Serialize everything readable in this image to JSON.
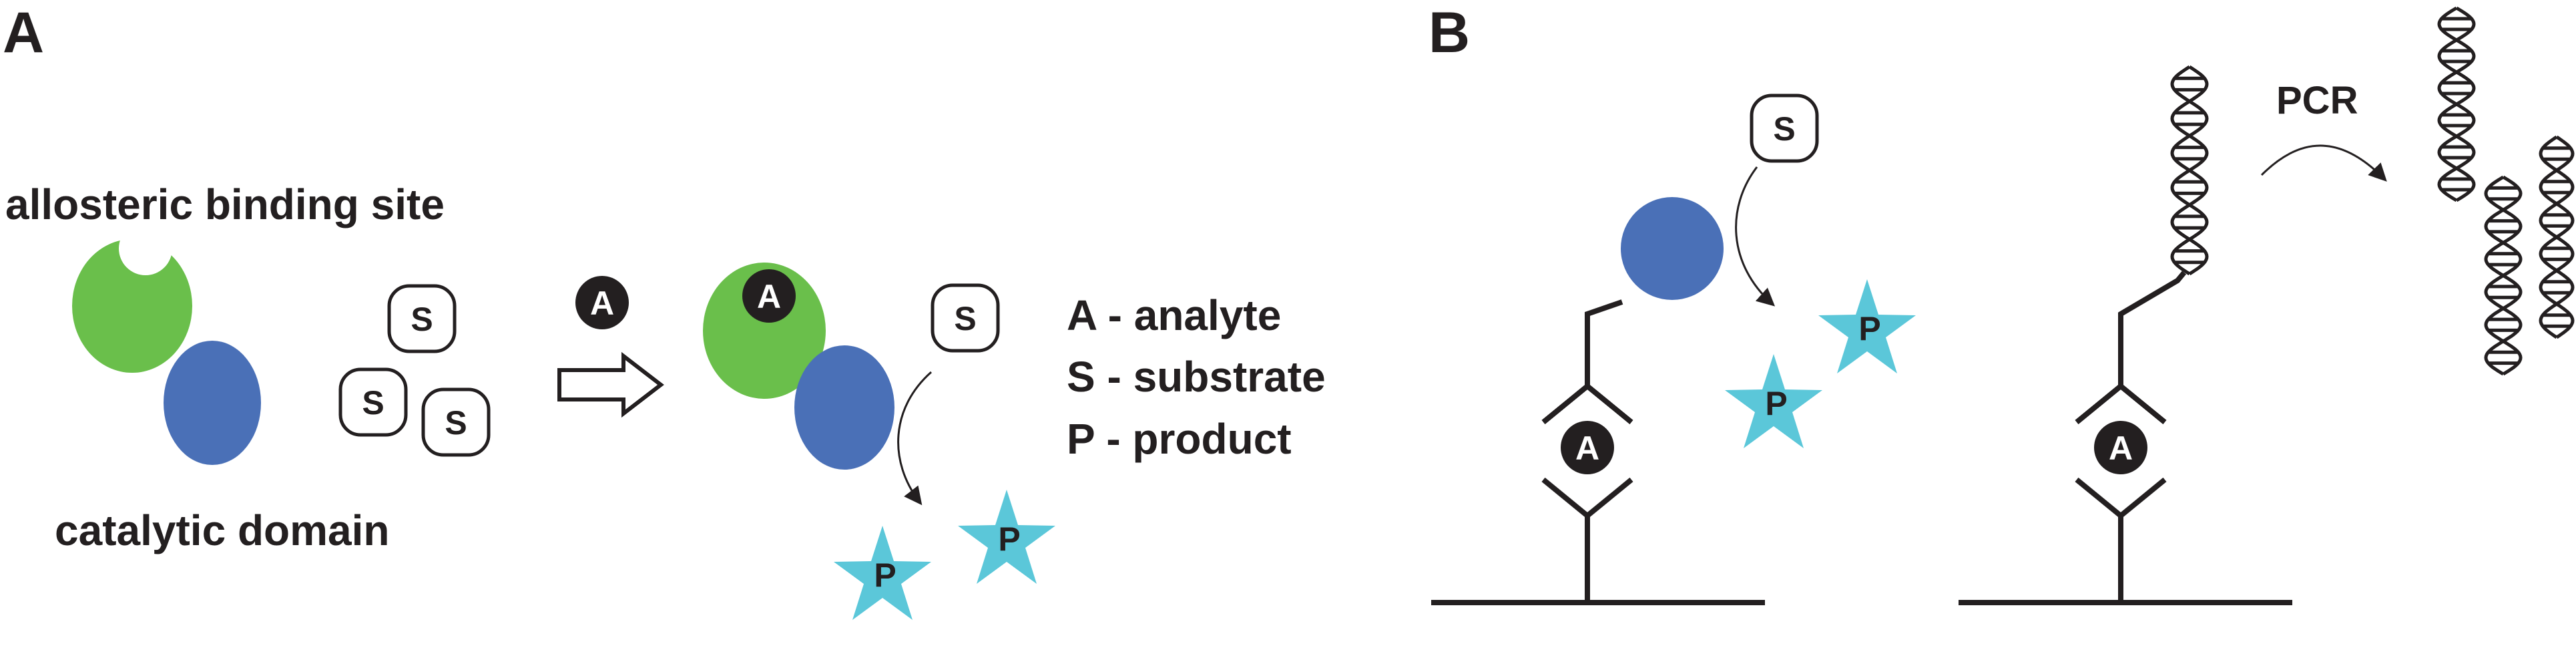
{
  "panel_a": {
    "letter": "A",
    "allosteric_label": "allosteric binding site",
    "catalytic_label": "catalytic domain",
    "analyte_symbol": "A",
    "substrate_symbol": "S",
    "product_symbol": "P",
    "legend": {
      "analyte": "A - analyte",
      "substrate": "S - substrate",
      "product": "P - product"
    }
  },
  "panel_b": {
    "letter": "B",
    "analyte_symbol": "A",
    "substrate_symbol": "S",
    "product_symbol": "P",
    "pcr_label": "PCR"
  },
  "colors": {
    "allosteric_domain": "#6abf4b",
    "catalytic_domain": "#4a70b7",
    "product_star": "#5bc7d9",
    "ink": "#231f20"
  }
}
